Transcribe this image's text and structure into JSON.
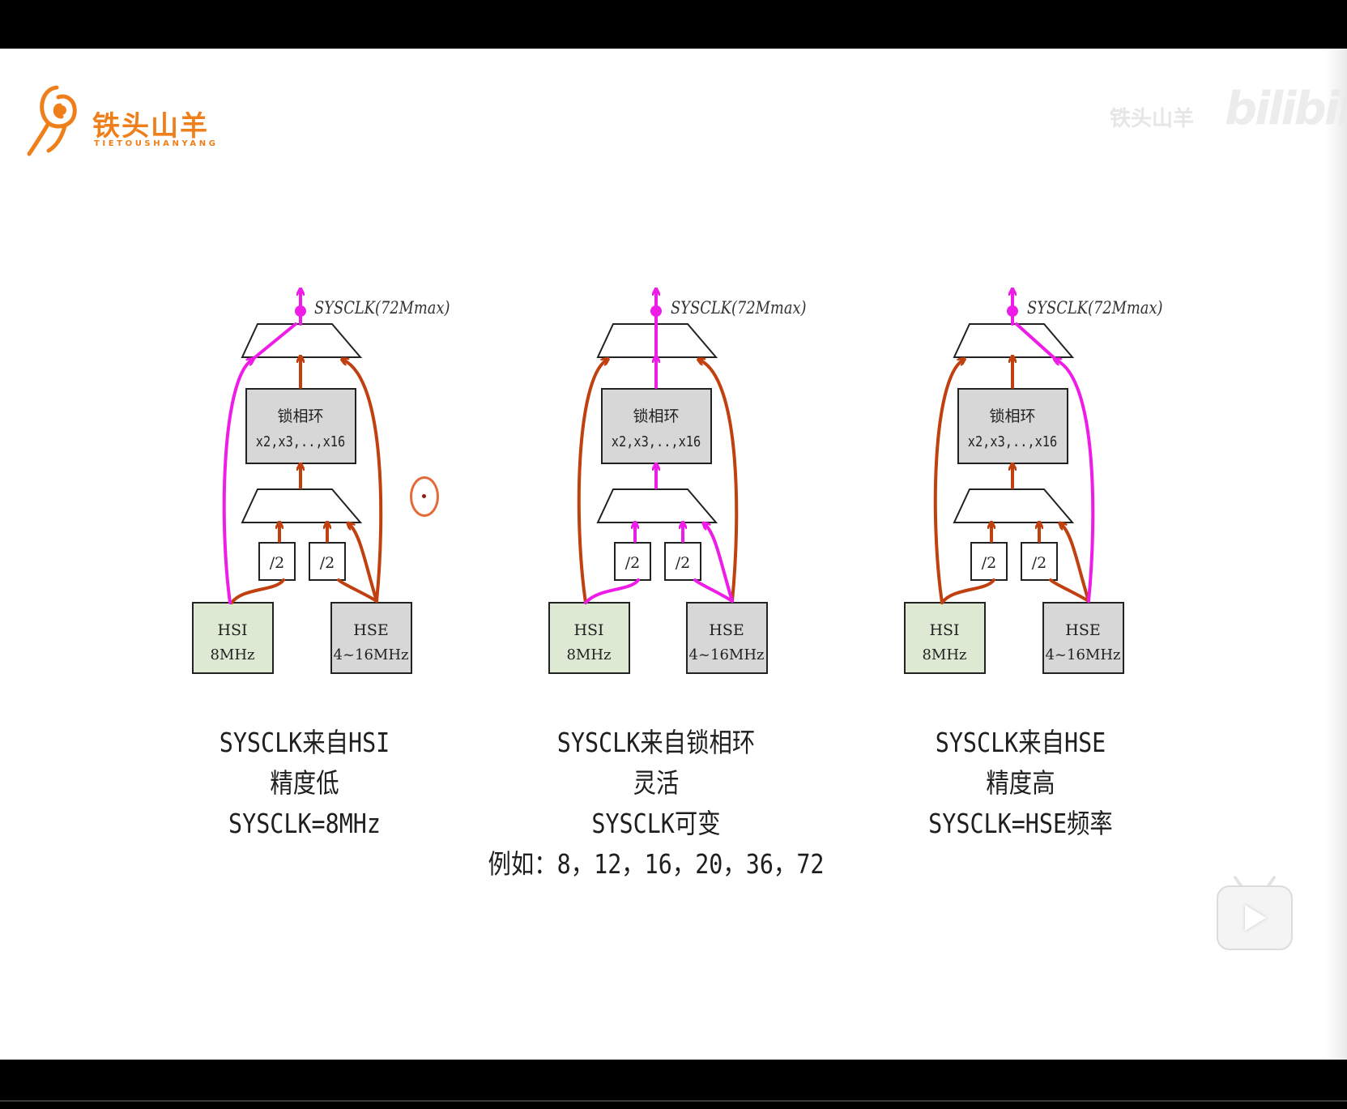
{
  "logo": {
    "name_cn": "铁头山羊",
    "name_pinyin": "TIETOUSHANYANG",
    "color": "#ef7f1a"
  },
  "watermark": {
    "text_cn": "铁头山羊",
    "brand": "bilibili"
  },
  "diagrams": [
    {
      "output_label": "SYSCLK(72Mmax)",
      "pll_title": "锁相环",
      "pll_factors": "x2,x3,..,x16",
      "div1": "/2",
      "div2": "/2",
      "hsi_name": "HSI",
      "hsi_freq": "8MHz",
      "hse_name": "HSE",
      "hse_freq": "4~16MHz"
    },
    {
      "output_label": "SYSCLK(72Mmax)",
      "pll_title": "锁相环",
      "pll_factors": "x2,x3,..,x16",
      "div1": "/2",
      "div2": "/2",
      "hsi_name": "HSI",
      "hsi_freq": "8MHz",
      "hse_name": "HSE",
      "hse_freq": "4~16MHz"
    },
    {
      "output_label": "SYSCLK(72Mmax)",
      "pll_title": "锁相环",
      "pll_factors": "x2,x3,..,x16",
      "div1": "/2",
      "div2": "/2",
      "hsi_name": "HSI",
      "hsi_freq": "8MHz",
      "hse_name": "HSE",
      "hse_freq": "4~16MHz"
    }
  ],
  "captions": [
    [
      "SYSCLK来自HSI",
      "精度低",
      "SYSCLK=8MHz"
    ],
    [
      "SYSCLK来自锁相环",
      "灵活",
      "SYSCLK可变",
      "例如：8，12，16，20，36，72"
    ],
    [
      "SYSCLK来自HSE",
      "精度高",
      "SYSCLK=HSE频率"
    ]
  ],
  "colors": {
    "highlight_path": "#ef1ce8",
    "normal_path": "#c0400f",
    "hsi_fill": "#dde9d3",
    "hse_fill": "#d7d7d7",
    "pll_fill": "#d7d7d7"
  }
}
